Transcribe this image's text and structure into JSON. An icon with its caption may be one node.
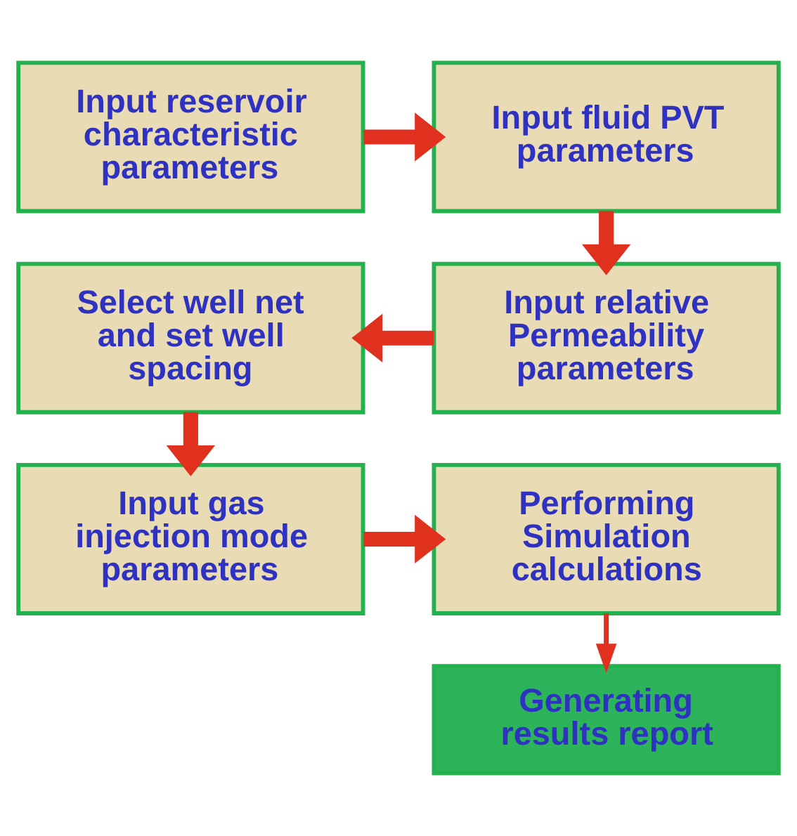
{
  "diagram": {
    "nodes": [
      {
        "text": [
          "Input reservoir characteristic parameters"
        ]
      },
      {
        "text": [
          "Input fluid PVT parameters"
        ]
      },
      {
        "text": [
          "Input relative Permeability parameters"
        ]
      },
      {
        "text": [
          "Select well net and set well spacing"
        ]
      },
      {
        "text": [
          "Input gas injection mode parameters"
        ]
      },
      {
        "text": [
          "Performing Simulation calculations"
        ]
      },
      {
        "text": [
          "Generating results report"
        ]
      }
    ],
    "edges": [
      {
        "from": 0,
        "to": 1,
        "arrow": "to"
      },
      {
        "from": 1,
        "to": 2,
        "arrow": "to"
      },
      {
        "from": 2,
        "to": 3,
        "arrow": "to"
      },
      {
        "from": 3,
        "to": 4,
        "arrow": "to"
      },
      {
        "from": 4,
        "to": 5,
        "arrow": "to"
      },
      {
        "from": 5,
        "to": 6,
        "arrow": "to"
      }
    ]
  }
}
